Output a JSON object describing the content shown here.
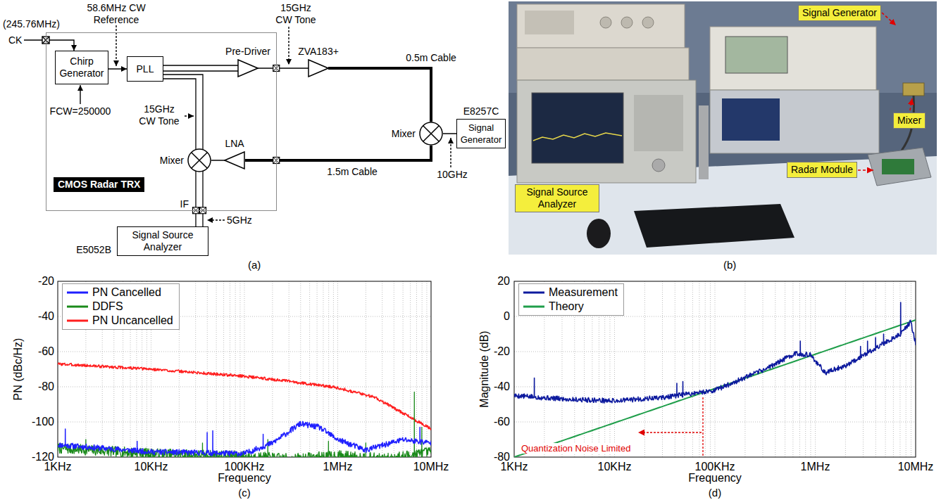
{
  "diagram": {
    "nodes": [
      {
        "text": [
          "CMOS Radar TRX"
        ]
      },
      {
        "text": [
          "Chirp Generator"
        ],
        "in": 0
      },
      {
        "text": [
          "PLL"
        ],
        "in": 0
      },
      {
        "text": [
          "Pre-Driver"
        ],
        "in": 0
      },
      {
        "text": [
          "Mixer"
        ],
        "in": 0
      },
      {
        "text": [
          "LNA"
        ],
        "in": 0
      },
      {
        "text": [
          "ZVA183+"
        ]
      },
      {
        "text": [
          "Mixer"
        ]
      },
      {
        "text": [
          "E8257C",
          "Signal Generator"
        ]
      },
      {
        "text": [
          "E5052B",
          "Signal Source Analyzer"
        ]
      },
      {
        "text": [
          "Signal Generator"
        ]
      },
      {
        "text": [
          "Mixer"
        ]
      },
      {
        "text": [
          "Radar Module"
        ]
      },
      {
        "text": [
          "Signal Source Analyzer"
        ]
      }
    ],
    "edges": [
      {
        "from": 1,
        "to": 2,
        "arrow": "to"
      },
      {
        "from": 2,
        "to": 3,
        "arrow": "none"
      },
      {
        "from": 2,
        "to": 4,
        "arrow": "none"
      },
      {
        "from": 3,
        "to": 6,
        "arrow": "none"
      },
      {
        "from": 6,
        "to": 7,
        "arrow": "none"
      },
      {
        "from": 7,
        "to": 5,
        "arrow": "none"
      },
      {
        "from": 5,
        "to": 4,
        "arrow": "none"
      },
      {
        "from": 8,
        "to": 7,
        "arrow": "none"
      },
      {
        "from": 4,
        "to": 9,
        "arrow": "none"
      }
    ],
    "labels": [
      "(245.76MHz)",
      "CK",
      "58.6MHz CW Reference",
      "FCW=250000",
      "15GHz CW Tone",
      "15GHz CW Tone",
      "0.5m Cable",
      "1.5m Cable",
      "10GHz",
      "IF",
      "5GHz",
      "(a)",
      "(b)",
      "PN (dBc/Hz)",
      "-20",
      "-40",
      "-60",
      "-80",
      "-100",
      "-120",
      "1KHz",
      "10KHz",
      "100KHz",
      "1MHz",
      "10MHz",
      "Frequency",
      "(c)",
      "Magnitude (dB)",
      "20",
      "0",
      "-20",
      "-40",
      "-60",
      "-80",
      "1KHz",
      "10KHz",
      "100KHz",
      "1MHz",
      "10MHz",
      "Frequency",
      "Quantization Noise Limited",
      "(d)"
    ],
    "legend": [
      {
        "text": "PN Cancelled"
      },
      {
        "text": "DDFS"
      },
      {
        "text": "PN Uncancelled"
      },
      {
        "text": "Measurement"
      },
      {
        "text": "Theory"
      }
    ]
  }
}
